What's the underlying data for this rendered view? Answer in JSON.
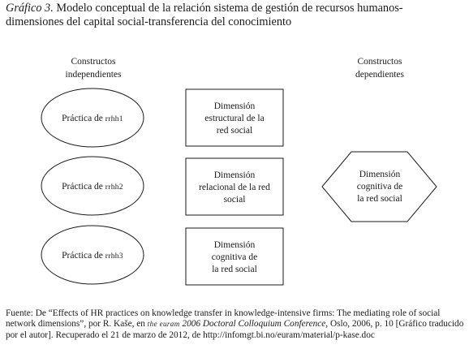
{
  "caption": {
    "label": "Gráfico 3.",
    "line1": " Modelo conceptual de la relación sistema de gestión de recursos humanos-",
    "line2": "dimensiones del capital social-transferencia del conocimiento"
  },
  "headers": {
    "independent": [
      "Constructos",
      "independientes"
    ],
    "dependent": [
      "Constructos",
      "dependientes"
    ]
  },
  "practices": [
    {
      "prefix": "Práctica de ",
      "acronym": "rrhh1"
    },
    {
      "prefix": "Práctica de ",
      "acronym": "rrhh2"
    },
    {
      "prefix": "Práctica de ",
      "acronym": "rrhh3"
    }
  ],
  "dimensions": [
    [
      "Dimensión",
      "estructural de la",
      "red social"
    ],
    [
      "Dimensión",
      "relacional de la red",
      "social"
    ],
    [
      "Dimensión",
      "cognitiva de",
      "la red social"
    ]
  ],
  "outcome": [
    "Dimensión",
    "cognitiva de",
    "la red social"
  ],
  "source": {
    "part1": "Fuente: De “Effects of HR practices on knowledge transfer in knowledge-intensive firms: The mediating role of social network dimensions”, por R. Kaše, en ",
    "event_sc": "the euram",
    "event_rest": " 2006 Doctoral Colloquium Conference",
    "part2": ", Oslo, 2006, p. 10 [Gráfico traducido por el autor]. Recuperado el 21 de marzo de 2012, de http://infomgt.bi.no/euram/material/p-kase.doc"
  }
}
